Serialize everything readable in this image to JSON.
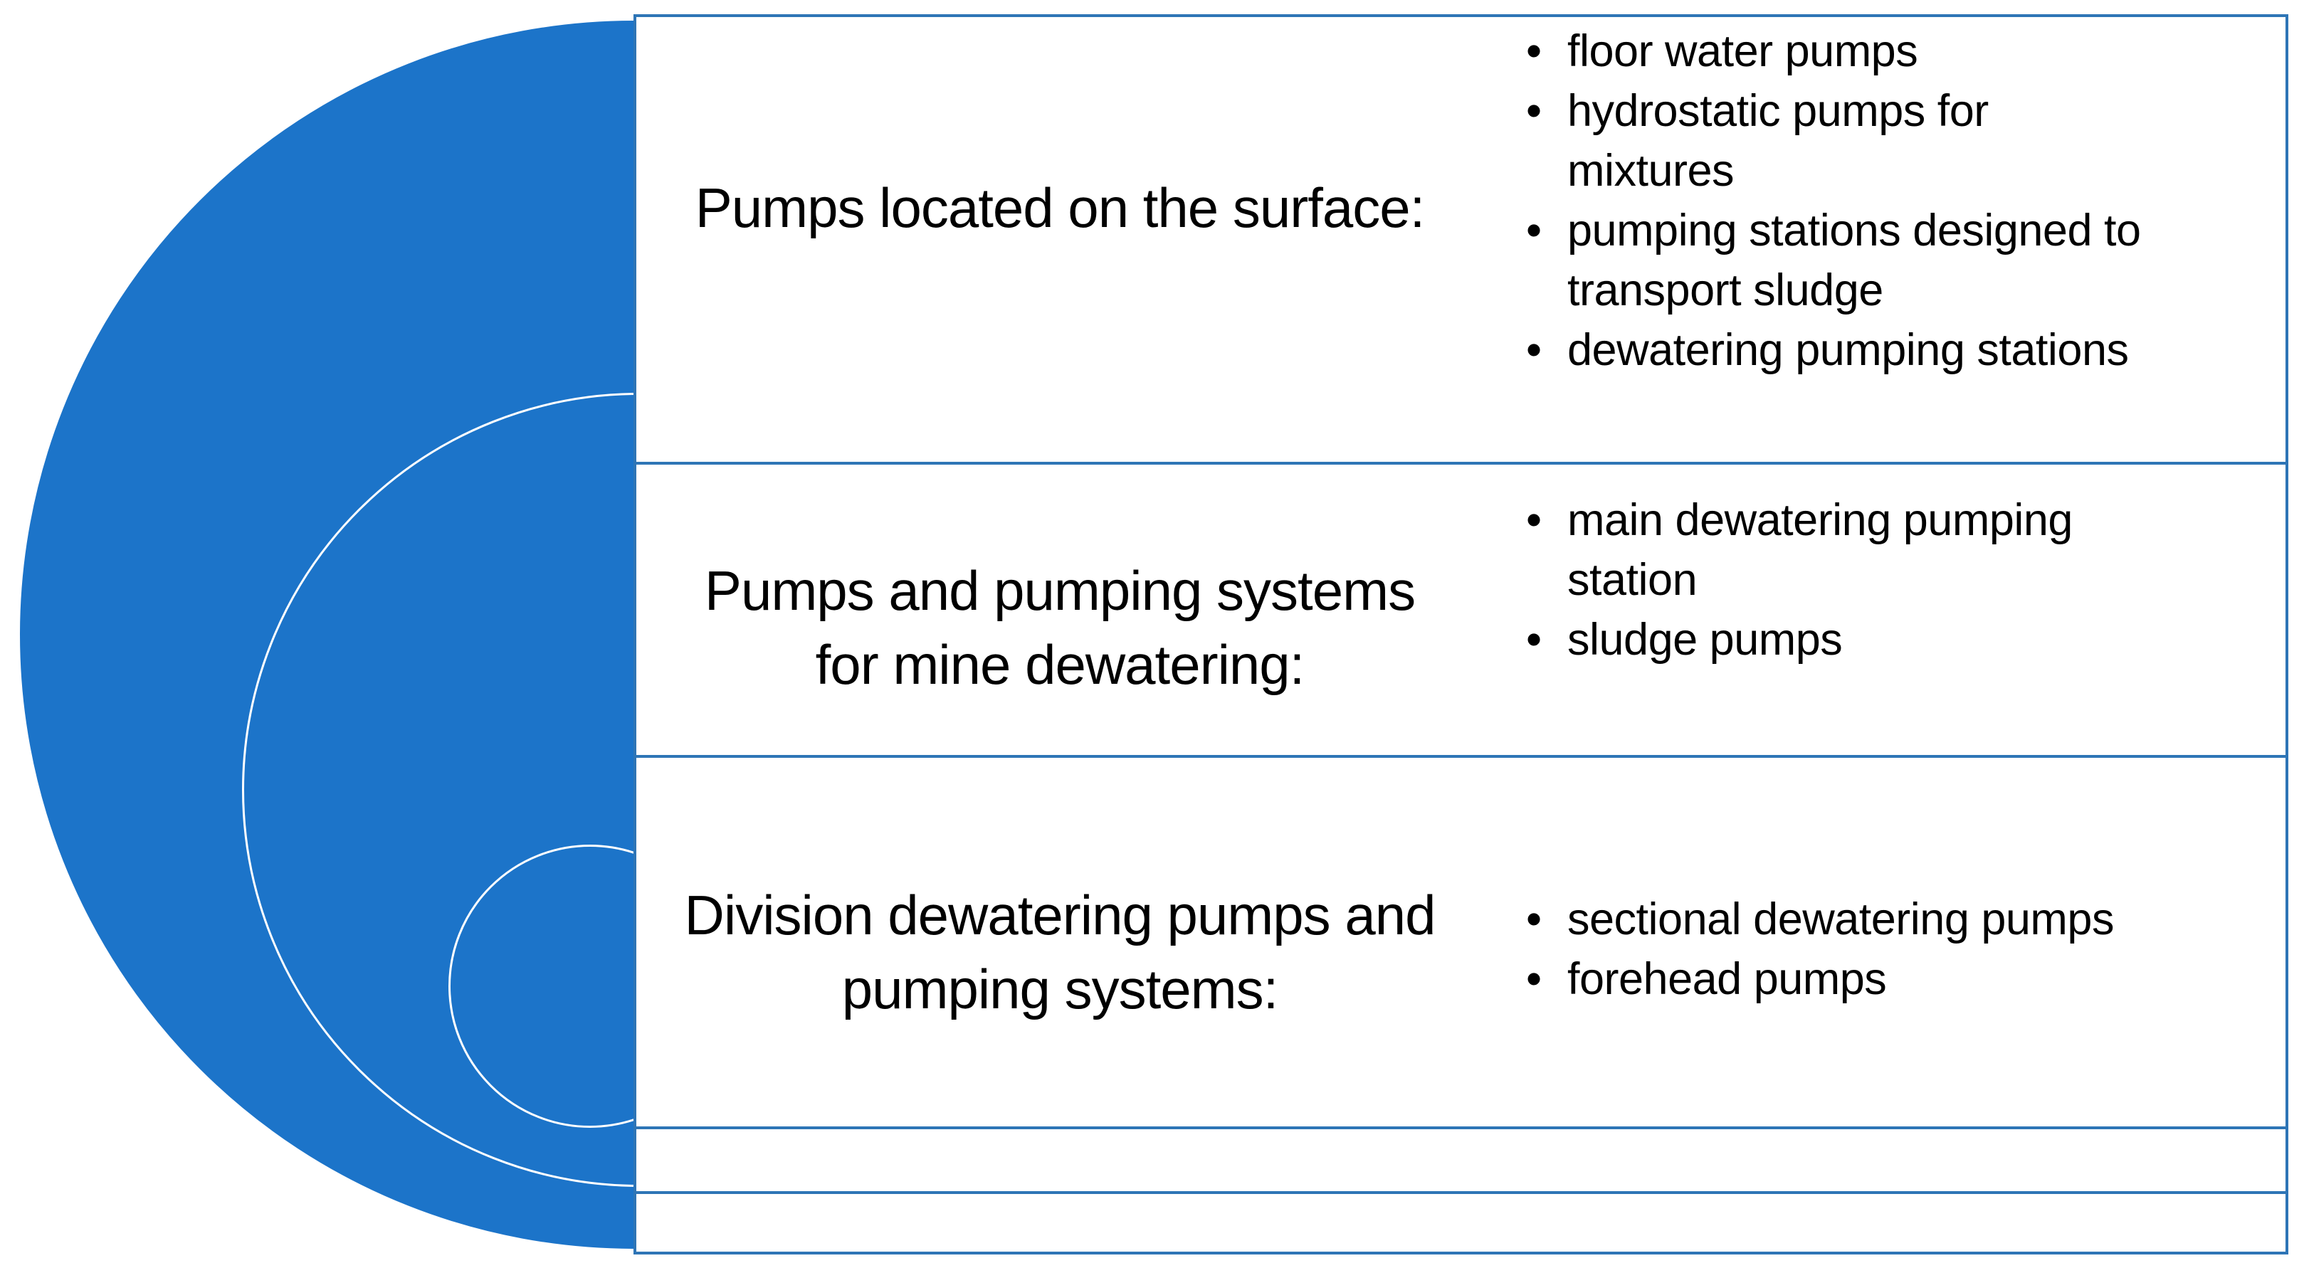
{
  "diagram": {
    "description": "Nested half-circle classification diagram of mine pumps",
    "bullet_char": "•"
  },
  "colors": {
    "circle_fill": "#1C74C9",
    "circle_outline": "#FFFFFF",
    "box_border": "#2E75B6",
    "box_fill": "#FFFFFF",
    "text": "#000000"
  },
  "rows": [
    {
      "heading_lines": [
        "Pumps located on the surface:"
      ],
      "bullets": [
        [
          "floor water pumps"
        ],
        [
          "hydrostatic pumps for",
          "mixtures"
        ],
        [
          "pumping stations designed to",
          "transport sludge"
        ],
        [
          "dewatering pumping stations"
        ]
      ]
    },
    {
      "heading_lines": [
        "Pumps and pumping systems",
        "for mine dewatering:"
      ],
      "bullets": [
        [
          "main dewatering pumping",
          "station"
        ],
        [
          "sludge pumps"
        ]
      ]
    },
    {
      "heading_lines": [
        "Division dewatering pumps and",
        "pumping systems:"
      ],
      "bullets": [
        [
          "sectional dewatering pumps"
        ],
        [
          "forehead pumps"
        ]
      ]
    },
    {
      "heading_lines": null,
      "bullets": null
    },
    {
      "heading_lines": null,
      "bullets": null
    }
  ]
}
